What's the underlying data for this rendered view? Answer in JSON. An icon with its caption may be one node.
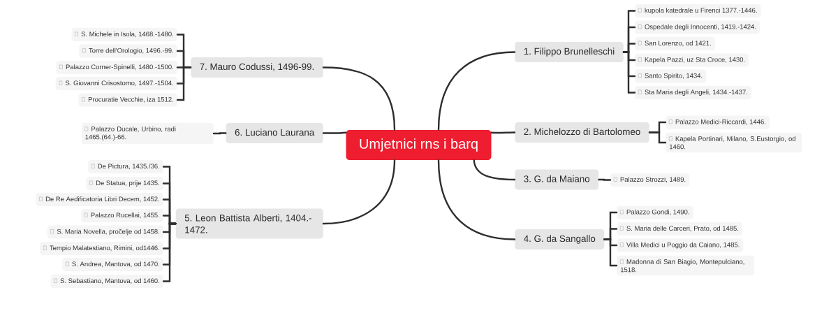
{
  "diagram": {
    "nodes": [
      {
        "text": [
          "Umjetnici rns i barq"
        ]
      },
      {
        "text": [
          "1. Filippo Brunelleschi"
        ]
      },
      {
        "text": [
          "kupola katedrale u Firenci 1377.-1446."
        ]
      },
      {
        "text": [
          "Ospedale degli Innocenti, 1419.-1424."
        ]
      },
      {
        "text": [
          "San Lorenzo, od 1421."
        ]
      },
      {
        "text": [
          "Kapela Pazzi, uz Sta Croce, 1430."
        ]
      },
      {
        "text": [
          "Santo Spirito, 1434."
        ]
      },
      {
        "text": [
          "Sta Maria degli Angeli, 1434.-1437."
        ]
      },
      {
        "text": [
          "2. Michelozzo di Bartolomeo"
        ]
      },
      {
        "text": [
          "Palazzo Medici-Riccardi, 1446."
        ]
      },
      {
        "text": [
          "Kapela Portinari, Milano, S.Eustorgio, od 1460."
        ]
      },
      {
        "text": [
          "3. G. da Maiano"
        ]
      },
      {
        "text": [
          "Palazzo Strozzi, 1489."
        ]
      },
      {
        "text": [
          "4. G. da Sangallo"
        ]
      },
      {
        "text": [
          "Palazzo Gondi, 1490."
        ]
      },
      {
        "text": [
          "S. Maria delle Carceri, Prato, od 1485."
        ]
      },
      {
        "text": [
          "Villa Medici u Poggio da Caiano, 1485."
        ]
      },
      {
        "text": [
          "Madonna di San Biagio, Montepulciano, 1518."
        ]
      },
      {
        "text": [
          "5. Leon Battista Alberti, 1404.-1472."
        ]
      },
      {
        "text": [
          "De Pictura, 1435./36."
        ]
      },
      {
        "text": [
          "De Statua, prije 1435."
        ]
      },
      {
        "text": [
          "De Re Aedificatoria Libri Decem, 1452."
        ]
      },
      {
        "text": [
          "Palazzo Rucellai, 1455."
        ]
      },
      {
        "text": [
          "S. Maria Novella, pročelje od 1458."
        ]
      },
      {
        "text": [
          "Tempio Malatestiano, Rimini, od1446."
        ]
      },
      {
        "text": [
          "S. Andrea, Mantova, od 1470."
        ]
      },
      {
        "text": [
          "S. Sebastiano, Mantova, od 1460."
        ]
      },
      {
        "text": [
          "6. Luciano Laurana"
        ]
      },
      {
        "text": [
          "Palazzo Ducale, Urbino, radi 1465.(64.)-66."
        ]
      },
      {
        "text": [
          "7. Mauro Codussi, 1496-99."
        ]
      },
      {
        "text": [
          "S. Michele in Isola, 1468.-1480."
        ]
      },
      {
        "text": [
          "Torre dell'Orologio, 1496.-99."
        ]
      },
      {
        "text": [
          "Palazzo Corner-Spinelli, 1480.-1500."
        ]
      },
      {
        "text": [
          "S. Giovanni Crisostomo, 1497.-1504."
        ]
      },
      {
        "text": [
          "Procuratie Vecchie, iza 1512."
        ]
      }
    ],
    "edges": [
      {
        "from": 0,
        "to": 1,
        "arrow": "none"
      },
      {
        "from": 1,
        "to": 2,
        "arrow": "none"
      },
      {
        "from": 1,
        "to": 3,
        "arrow": "none"
      },
      {
        "from": 1,
        "to": 4,
        "arrow": "none"
      },
      {
        "from": 1,
        "to": 5,
        "arrow": "none"
      },
      {
        "from": 1,
        "to": 6,
        "arrow": "none"
      },
      {
        "from": 1,
        "to": 7,
        "arrow": "none"
      },
      {
        "from": 0,
        "to": 8,
        "arrow": "none"
      },
      {
        "from": 8,
        "to": 9,
        "arrow": "none"
      },
      {
        "from": 8,
        "to": 10,
        "arrow": "none"
      },
      {
        "from": 0,
        "to": 11,
        "arrow": "none"
      },
      {
        "from": 11,
        "to": 12,
        "arrow": "none"
      },
      {
        "from": 0,
        "to": 13,
        "arrow": "none"
      },
      {
        "from": 13,
        "to": 14,
        "arrow": "none"
      },
      {
        "from": 13,
        "to": 15,
        "arrow": "none"
      },
      {
        "from": 13,
        "to": 16,
        "arrow": "none"
      },
      {
        "from": 13,
        "to": 17,
        "arrow": "none"
      },
      {
        "from": 0,
        "to": 18,
        "arrow": "none"
      },
      {
        "from": 18,
        "to": 19,
        "arrow": "none"
      },
      {
        "from": 18,
        "to": 20,
        "arrow": "none"
      },
      {
        "from": 18,
        "to": 21,
        "arrow": "none"
      },
      {
        "from": 18,
        "to": 22,
        "arrow": "none"
      },
      {
        "from": 18,
        "to": 23,
        "arrow": "none"
      },
      {
        "from": 18,
        "to": 24,
        "arrow": "none"
      },
      {
        "from": 18,
        "to": 25,
        "arrow": "none"
      },
      {
        "from": 18,
        "to": 26,
        "arrow": "none"
      },
      {
        "from": 0,
        "to": 27,
        "arrow": "none"
      },
      {
        "from": 27,
        "to": 28,
        "arrow": "none"
      },
      {
        "from": 0,
        "to": 29,
        "arrow": "none"
      },
      {
        "from": 29,
        "to": 30,
        "arrow": "none"
      },
      {
        "from": 29,
        "to": 31,
        "arrow": "none"
      },
      {
        "from": 29,
        "to": 32,
        "arrow": "none"
      },
      {
        "from": 29,
        "to": 33,
        "arrow": "none"
      },
      {
        "from": 29,
        "to": 34,
        "arrow": "none"
      }
    ]
  }
}
